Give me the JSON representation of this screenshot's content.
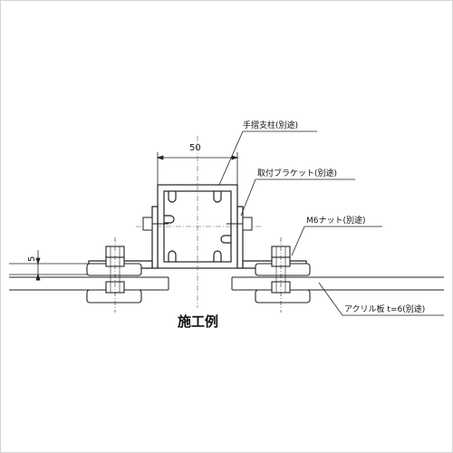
{
  "labels": {
    "handrail_post": "手摺支柱(別途)",
    "bracket": "取付ブラケット(別途)",
    "nut": "M6ナット(別途)",
    "acrylic": "アクリル板 t=6(別途)"
  },
  "dimensions": {
    "width": "50",
    "gap": "5"
  },
  "caption": "施工例"
}
